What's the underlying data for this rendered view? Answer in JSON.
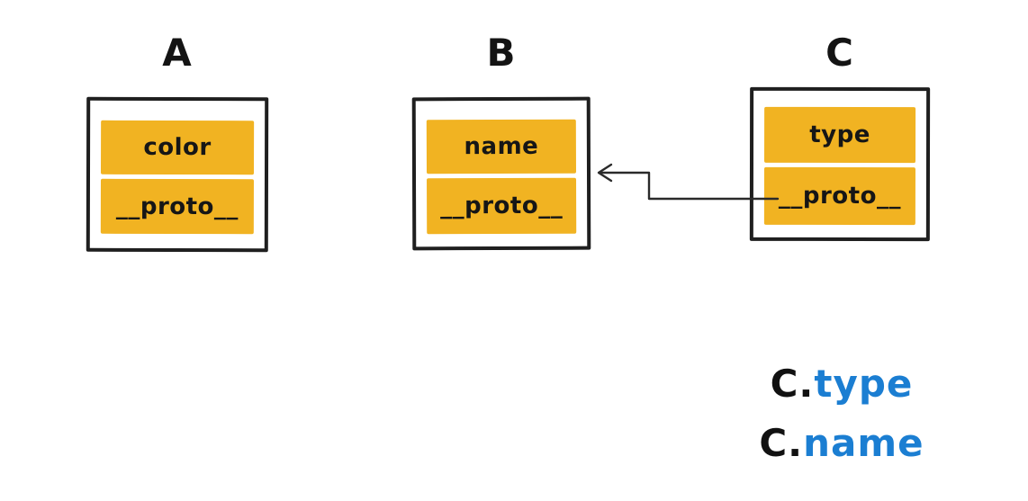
{
  "colors": {
    "background": "#ffffff",
    "box_border": "#1f1f1f",
    "row_fill": "#f1b322",
    "label_text": "#141414",
    "row_text": "#161616",
    "arrow": "#2a2a2a",
    "expression_object_text": "#111111",
    "expression_property_text": "#1b7ed2"
  },
  "boxes": [
    {
      "label": "A",
      "rows": [
        "color",
        "__proto__"
      ]
    },
    {
      "label": "B",
      "rows": [
        "name",
        "__proto__"
      ]
    },
    {
      "label": "C",
      "rows": [
        "type",
        "__proto__"
      ]
    }
  ],
  "arrow": {
    "from": "C.__proto__",
    "to": "B"
  },
  "expressions": [
    {
      "object": "C.",
      "property": "type"
    },
    {
      "object": "C.",
      "property": "name"
    }
  ]
}
